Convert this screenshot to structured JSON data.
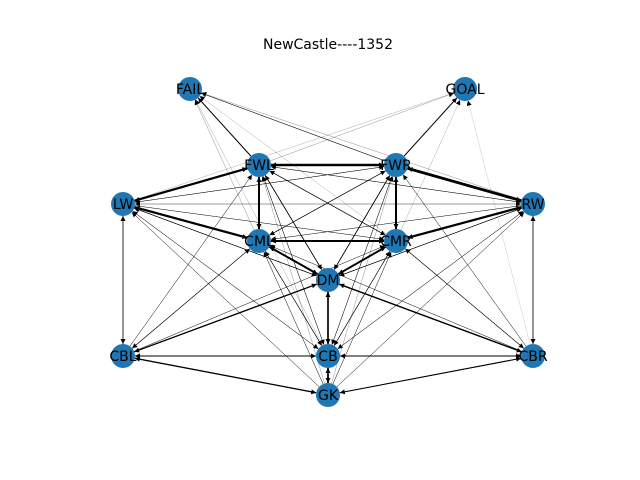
{
  "title": "NewCastle----1352",
  "node_color": "#1f77b4",
  "edge_color": "#000000",
  "nodes": [
    {
      "id": "FAIL",
      "label": "FAIL"
    },
    {
      "id": "GOAL",
      "label": "GOAL"
    },
    {
      "id": "FWL",
      "label": "FWL"
    },
    {
      "id": "FWR",
      "label": "FWR"
    },
    {
      "id": "LW",
      "label": "LW"
    },
    {
      "id": "RW",
      "label": "RW"
    },
    {
      "id": "CML",
      "label": "CML"
    },
    {
      "id": "CMR",
      "label": "CMR"
    },
    {
      "id": "DM",
      "label": "DM"
    },
    {
      "id": "CBL",
      "label": "CBL"
    },
    {
      "id": "CB",
      "label": "CB"
    },
    {
      "id": "CBR",
      "label": "CBR"
    },
    {
      "id": "GK",
      "label": "GK"
    }
  ],
  "edges": [
    {
      "from": "FWL",
      "to": "FWR",
      "weight": 2.2
    },
    {
      "from": "FWR",
      "to": "FWL",
      "weight": 2.2
    },
    {
      "from": "FWL",
      "to": "LW",
      "weight": 2.2
    },
    {
      "from": "LW",
      "to": "FWL",
      "weight": 1.8
    },
    {
      "from": "FWR",
      "to": "RW",
      "weight": 2.8
    },
    {
      "from": "RW",
      "to": "FWR",
      "weight": 2.4
    },
    {
      "from": "LW",
      "to": "CML",
      "weight": 2.2
    },
    {
      "from": "CML",
      "to": "LW",
      "weight": 1.8
    },
    {
      "from": "RW",
      "to": "CMR",
      "weight": 2.2
    },
    {
      "from": "CMR",
      "to": "RW",
      "weight": 1.8
    },
    {
      "from": "CML",
      "to": "CMR",
      "weight": 2.0
    },
    {
      "from": "CMR",
      "to": "CML",
      "weight": 2.0
    },
    {
      "from": "CML",
      "to": "FWL",
      "weight": 2.0
    },
    {
      "from": "FWL",
      "to": "CML",
      "weight": 1.6
    },
    {
      "from": "CMR",
      "to": "FWR",
      "weight": 2.0
    },
    {
      "from": "FWR",
      "to": "CMR",
      "weight": 1.6
    },
    {
      "from": "DM",
      "to": "CML",
      "weight": 1.8
    },
    {
      "from": "CML",
      "to": "DM",
      "weight": 1.8
    },
    {
      "from": "DM",
      "to": "CMR",
      "weight": 1.8
    },
    {
      "from": "CMR",
      "to": "DM",
      "weight": 1.8
    },
    {
      "from": "CB",
      "to": "DM",
      "weight": 1.6
    },
    {
      "from": "DM",
      "to": "CB",
      "weight": 1.2
    },
    {
      "from": "CBL",
      "to": "DM",
      "weight": 1.2
    },
    {
      "from": "DM",
      "to": "CBL",
      "weight": 1.0
    },
    {
      "from": "CBR",
      "to": "DM",
      "weight": 1.4
    },
    {
      "from": "DM",
      "to": "CBR",
      "weight": 1.0
    },
    {
      "from": "CBL",
      "to": "CB",
      "weight": 1.0
    },
    {
      "from": "CB",
      "to": "CBL",
      "weight": 1.0
    },
    {
      "from": "CB",
      "to": "CBR",
      "weight": 1.0
    },
    {
      "from": "CBR",
      "to": "CB",
      "weight": 1.0
    },
    {
      "from": "GK",
      "to": "CBL",
      "weight": 1.2
    },
    {
      "from": "CBL",
      "to": "GK",
      "weight": 1.0
    },
    {
      "from": "GK",
      "to": "CBR",
      "weight": 1.0
    },
    {
      "from": "CBR",
      "to": "GK",
      "weight": 0.8
    },
    {
      "from": "GK",
      "to": "CB",
      "weight": 1.6
    },
    {
      "from": "CB",
      "to": "GK",
      "weight": 1.4
    },
    {
      "from": "LW",
      "to": "CBL",
      "weight": 0.6
    },
    {
      "from": "CBL",
      "to": "LW",
      "weight": 0.6
    },
    {
      "from": "RW",
      "to": "CBR",
      "weight": 0.6
    },
    {
      "from": "CBR",
      "to": "RW",
      "weight": 0.6
    },
    {
      "from": "FWL",
      "to": "FAIL",
      "weight": 1.0
    },
    {
      "from": "FWR",
      "to": "FAIL",
      "weight": 0.6
    },
    {
      "from": "RW",
      "to": "FAIL",
      "weight": 0.4
    },
    {
      "from": "CML",
      "to": "FAIL",
      "weight": 0.4
    },
    {
      "from": "CMR",
      "to": "FAIL",
      "weight": 0.3
    },
    {
      "from": "CB",
      "to": "FAIL",
      "weight": 0.3
    },
    {
      "from": "FWR",
      "to": "GOAL",
      "weight": 1.0
    },
    {
      "from": "FWL",
      "to": "GOAL",
      "weight": 0.4
    },
    {
      "from": "LW",
      "to": "GOAL",
      "weight": 0.3
    },
    {
      "from": "CMR",
      "to": "GOAL",
      "weight": 0.3
    },
    {
      "from": "CBR",
      "to": "GOAL",
      "weight": 0.2
    },
    {
      "from": "LW",
      "to": "FWR",
      "weight": 0.5
    },
    {
      "from": "FWR",
      "to": "LW",
      "weight": 0.4
    },
    {
      "from": "RW",
      "to": "FWL",
      "weight": 0.5
    },
    {
      "from": "FWL",
      "to": "RW",
      "weight": 0.4
    },
    {
      "from": "LW",
      "to": "RW",
      "weight": 0.4
    },
    {
      "from": "RW",
      "to": "LW",
      "weight": 0.4
    },
    {
      "from": "LW",
      "to": "CMR",
      "weight": 0.5
    },
    {
      "from": "RW",
      "to": "CML",
      "weight": 0.5
    },
    {
      "from": "CML",
      "to": "FWR",
      "weight": 0.6
    },
    {
      "from": "FWR",
      "to": "CML",
      "weight": 0.5
    },
    {
      "from": "CMR",
      "to": "FWL",
      "weight": 0.6
    },
    {
      "from": "FWL",
      "to": "CMR",
      "weight": 0.5
    },
    {
      "from": "LW",
      "to": "DM",
      "weight": 0.6
    },
    {
      "from": "DM",
      "to": "LW",
      "weight": 0.5
    },
    {
      "from": "RW",
      "to": "DM",
      "weight": 0.6
    },
    {
      "from": "DM",
      "to": "RW",
      "weight": 0.5
    },
    {
      "from": "FWL",
      "to": "DM",
      "weight": 0.8
    },
    {
      "from": "DM",
      "to": "FWL",
      "weight": 0.6
    },
    {
      "from": "FWR",
      "to": "DM",
      "weight": 0.8
    },
    {
      "from": "DM",
      "to": "FWR",
      "weight": 0.6
    },
    {
      "from": "CBL",
      "to": "CML",
      "weight": 0.6
    },
    {
      "from": "CML",
      "to": "CBL",
      "weight": 0.5
    },
    {
      "from": "CBR",
      "to": "CMR",
      "weight": 0.6
    },
    {
      "from": "CMR",
      "to": "CBR",
      "weight": 0.5
    },
    {
      "from": "CBL",
      "to": "CMR",
      "weight": 0.5
    },
    {
      "from": "CBR",
      "to": "CML",
      "weight": 0.5
    },
    {
      "from": "CB",
      "to": "CML",
      "weight": 0.6
    },
    {
      "from": "CB",
      "to": "CMR",
      "weight": 0.6
    },
    {
      "from": "CML",
      "to": "CB",
      "weight": 0.5
    },
    {
      "from": "CMR",
      "to": "CB",
      "weight": 0.5
    },
    {
      "from": "CBL",
      "to": "FWL",
      "weight": 0.5
    },
    {
      "from": "CBR",
      "to": "FWR",
      "weight": 0.5
    },
    {
      "from": "CB",
      "to": "FWL",
      "weight": 0.5
    },
    {
      "from": "CB",
      "to": "FWR",
      "weight": 0.5
    },
    {
      "from": "FWL",
      "to": "CB",
      "weight": 0.4
    },
    {
      "from": "FWR",
      "to": "CB",
      "weight": 0.4
    },
    {
      "from": "LW",
      "to": "CB",
      "weight": 0.5
    },
    {
      "from": "RW",
      "to": "CB",
      "weight": 0.5
    },
    {
      "from": "CB",
      "to": "LW",
      "weight": 0.4
    },
    {
      "from": "CB",
      "to": "RW",
      "weight": 0.4
    },
    {
      "from": "GK",
      "to": "LW",
      "weight": 0.5
    },
    {
      "from": "GK",
      "to": "RW",
      "weight": 0.5
    },
    {
      "from": "GK",
      "to": "FWL",
      "weight": 0.4
    },
    {
      "from": "GK",
      "to": "FWR",
      "weight": 0.4
    },
    {
      "from": "GK",
      "to": "CML",
      "weight": 0.5
    },
    {
      "from": "GK",
      "to": "CMR",
      "weight": 0.5
    },
    {
      "from": "CBL",
      "to": "RW",
      "weight": 0.4
    },
    {
      "from": "CBR",
      "to": "LW",
      "weight": 0.4
    },
    {
      "from": "CBL",
      "to": "CBR",
      "weight": 0.6
    },
    {
      "from": "CBR",
      "to": "CBL",
      "weight": 0.6
    }
  ]
}
